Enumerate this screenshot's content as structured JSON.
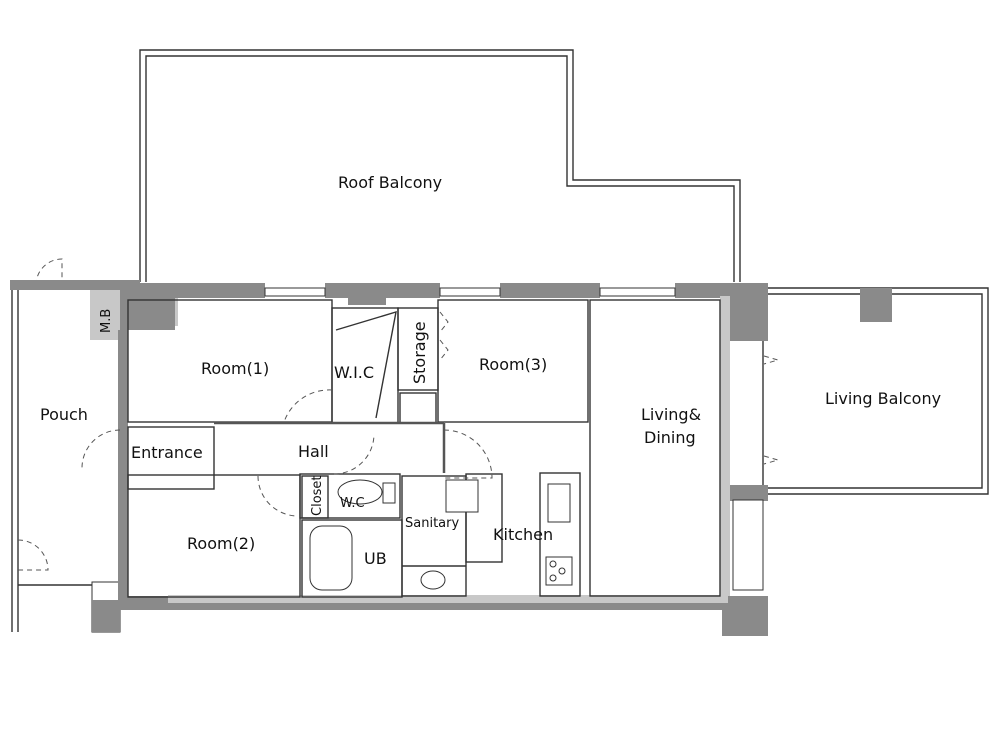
{
  "rooms": {
    "roof_balcony": "Roof Balcony",
    "living_balcony": "Living Balcony",
    "pouch": "Pouch",
    "mb": "M.B",
    "room1": "Room(1)",
    "room2": "Room(2)",
    "room3": "Room(3)",
    "wic": "W.I.C",
    "storage": "Storage",
    "entrance": "Entrance",
    "hall": "Hall",
    "closet": "Closet",
    "wc": "W.C",
    "sanitary": "Sanitary",
    "ub": "UB",
    "kitchen": "Kitchen",
    "living_line1": "Living&",
    "living_line2": "Dining"
  },
  "colors": {
    "wall": "#8a8a8a",
    "wall_light": "#c8c8c8"
  }
}
